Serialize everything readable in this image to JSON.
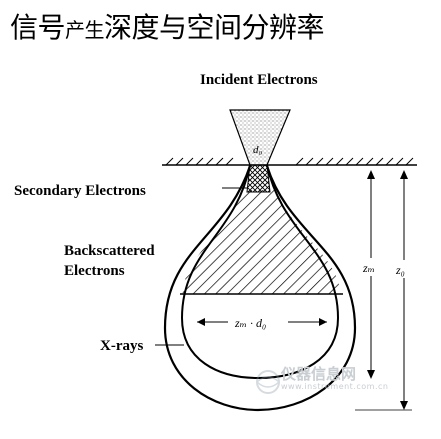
{
  "title": {
    "part1": "信号",
    "part2": "产生",
    "part3": "深度与空间分辨率"
  },
  "labels": {
    "incident": "Incident  Electrons",
    "secondary": "Secondary Electrons",
    "backscattered_line1": "Backscattered",
    "backscattered_line2": "Electrons",
    "xrays": "X-rays"
  },
  "symbols": {
    "beam_diameter": "d₀",
    "z_m": "zₘ",
    "z_0": "z₀",
    "zm_d0": "zₘ · d₀"
  },
  "watermark": {
    "text": "仪器信息网",
    "sub": "www.instrument.com.cn"
  },
  "icons": {
    "watermark": "globe-icon"
  }
}
